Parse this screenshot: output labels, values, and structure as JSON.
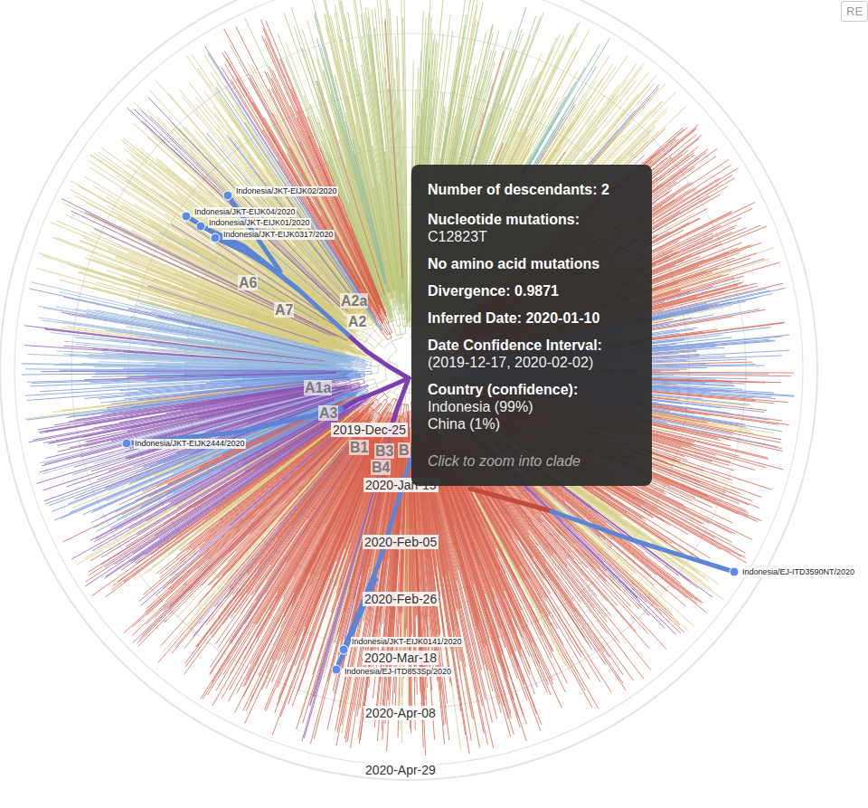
{
  "diagram": {
    "nodes": [
      {
        "text": [
          "Number of descendants: 2",
          "Nucleotide mutations:",
          "C12823T",
          "No amino acid mutations",
          "Divergence: 0.9871",
          "Inferred Date: 2020-01-10",
          "Date Confidence Interval:",
          "(2019-12-17, 2020-02-02)",
          "Country (confidence):",
          "Indonesia (99%)",
          "China (1%)",
          "Click to zoom into clade"
        ]
      },
      {
        "text": [
          "RE"
        ]
      }
    ],
    "labels": [
      "A6",
      "A7",
      "A2a",
      "A2",
      "A1a",
      "A3",
      "B1",
      "B3",
      "B",
      "B4",
      "2019-Dec-25",
      "2020-Jan-15",
      "2020-Feb-05",
      "2020-Feb-26",
      "2020-Mar-18",
      "2020-Apr-08",
      "2020-Apr-29",
      "Indonesia/JKT-EIJK02/2020",
      "Indonesia/JKT-EIJK04/2020",
      "Indonesia/JKT-EIJK01/2020",
      "Indonesia/JKT-EIJK0317/2020",
      "Indonesia/JKT-EIJK2444/2020",
      "Indonesia/EJ-ITD3590NT/2020",
      "Indonesia/JKT-EIJK0141/2020",
      "Indonesia/EJ-ITD853Sp/2020"
    ]
  }
}
